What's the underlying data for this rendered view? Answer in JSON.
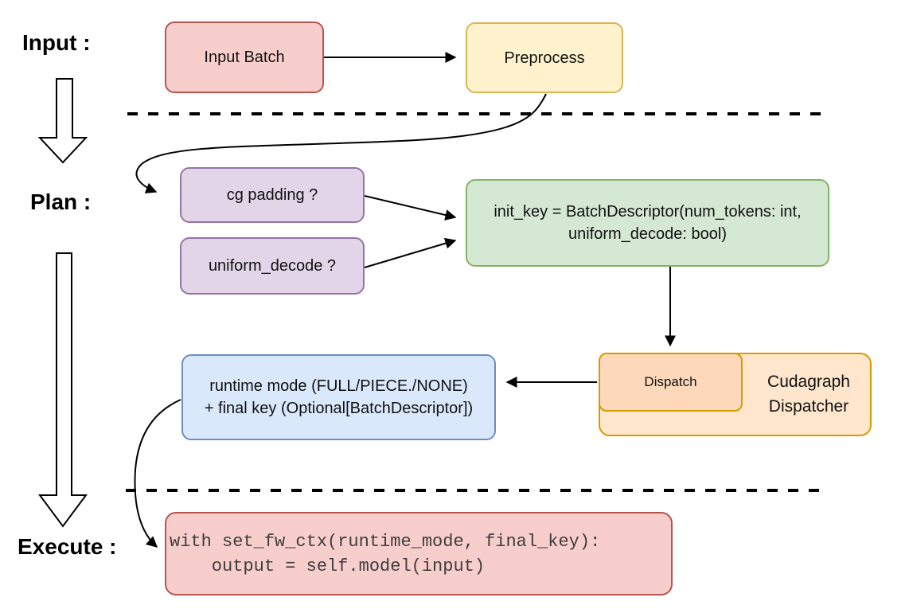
{
  "diagram": {
    "stage_labels": {
      "input": "Input :",
      "plan": "Plan :",
      "execute": "Execute :"
    },
    "nodes": {
      "input_batch": {
        "label": "Input Batch"
      },
      "preprocess": {
        "label": "Preprocess"
      },
      "cg_padding": {
        "label": "cg padding ?"
      },
      "uniform_decode": {
        "label": "uniform_decode ?"
      },
      "init_key": {
        "line1": "init_key = BatchDescriptor(num_tokens: int,",
        "line2": "uniform_decode: bool)"
      },
      "runtime_mode": {
        "line1": "runtime mode (FULL/PIECE./NONE)",
        "line2": "+ final key (Optional[BatchDescriptor])"
      },
      "dispatch": {
        "label": "Dispatch"
      },
      "cudagraph_dispatcher": {
        "line1": "Cudagraph",
        "line2": "Dispatcher"
      },
      "execute_code": {
        "line1": "with set_fw_ctx(runtime_mode, final_key):",
        "line2": "    output = self.model(input)"
      }
    },
    "colors": {
      "red": {
        "fill": "#f8cecc",
        "stroke": "#b85450"
      },
      "yellow": {
        "fill": "#fff2cc",
        "stroke": "#d6b656"
      },
      "purple": {
        "fill": "#e1d5e7",
        "stroke": "#9673a6"
      },
      "green": {
        "fill": "#d5e8d4",
        "stroke": "#82b366"
      },
      "blue": {
        "fill": "#dae8fc",
        "stroke": "#6c8ebf"
      },
      "orange_light": {
        "fill": "#ffe6cc",
        "stroke": "#d79b00"
      },
      "orange_deep": {
        "fill": "#fdd8bb",
        "stroke": "#d79b00"
      },
      "line": "#000000",
      "code_text": "#3d3d3d"
    }
  }
}
